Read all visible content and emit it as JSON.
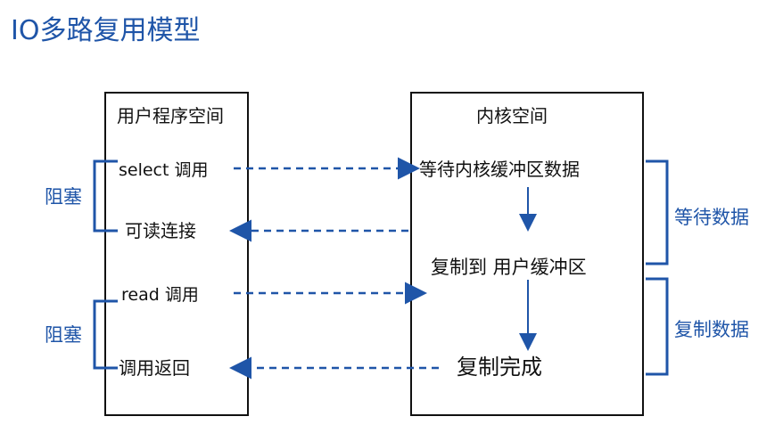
{
  "title": "IO多路复用模型",
  "user_space": {
    "header": "用户程序空间",
    "select_call": "select 调用",
    "readable_connection": "可读连接",
    "read_call": "read 调用",
    "call_return": "调用返回"
  },
  "kernel_space": {
    "header": "内核空间",
    "wait_kernel_buffer": "等待内核缓冲区数据",
    "copy_to_user_buffer": "复制到 用户缓冲区",
    "copy_complete": "复制完成"
  },
  "left_brackets": {
    "top": "阻塞",
    "bottom": "阻塞"
  },
  "right_brackets": {
    "top": "等待数据",
    "bottom": "复制数据"
  },
  "colors": {
    "accent": "#1f55a8",
    "ink": "#111111",
    "background": "#ffffff"
  }
}
